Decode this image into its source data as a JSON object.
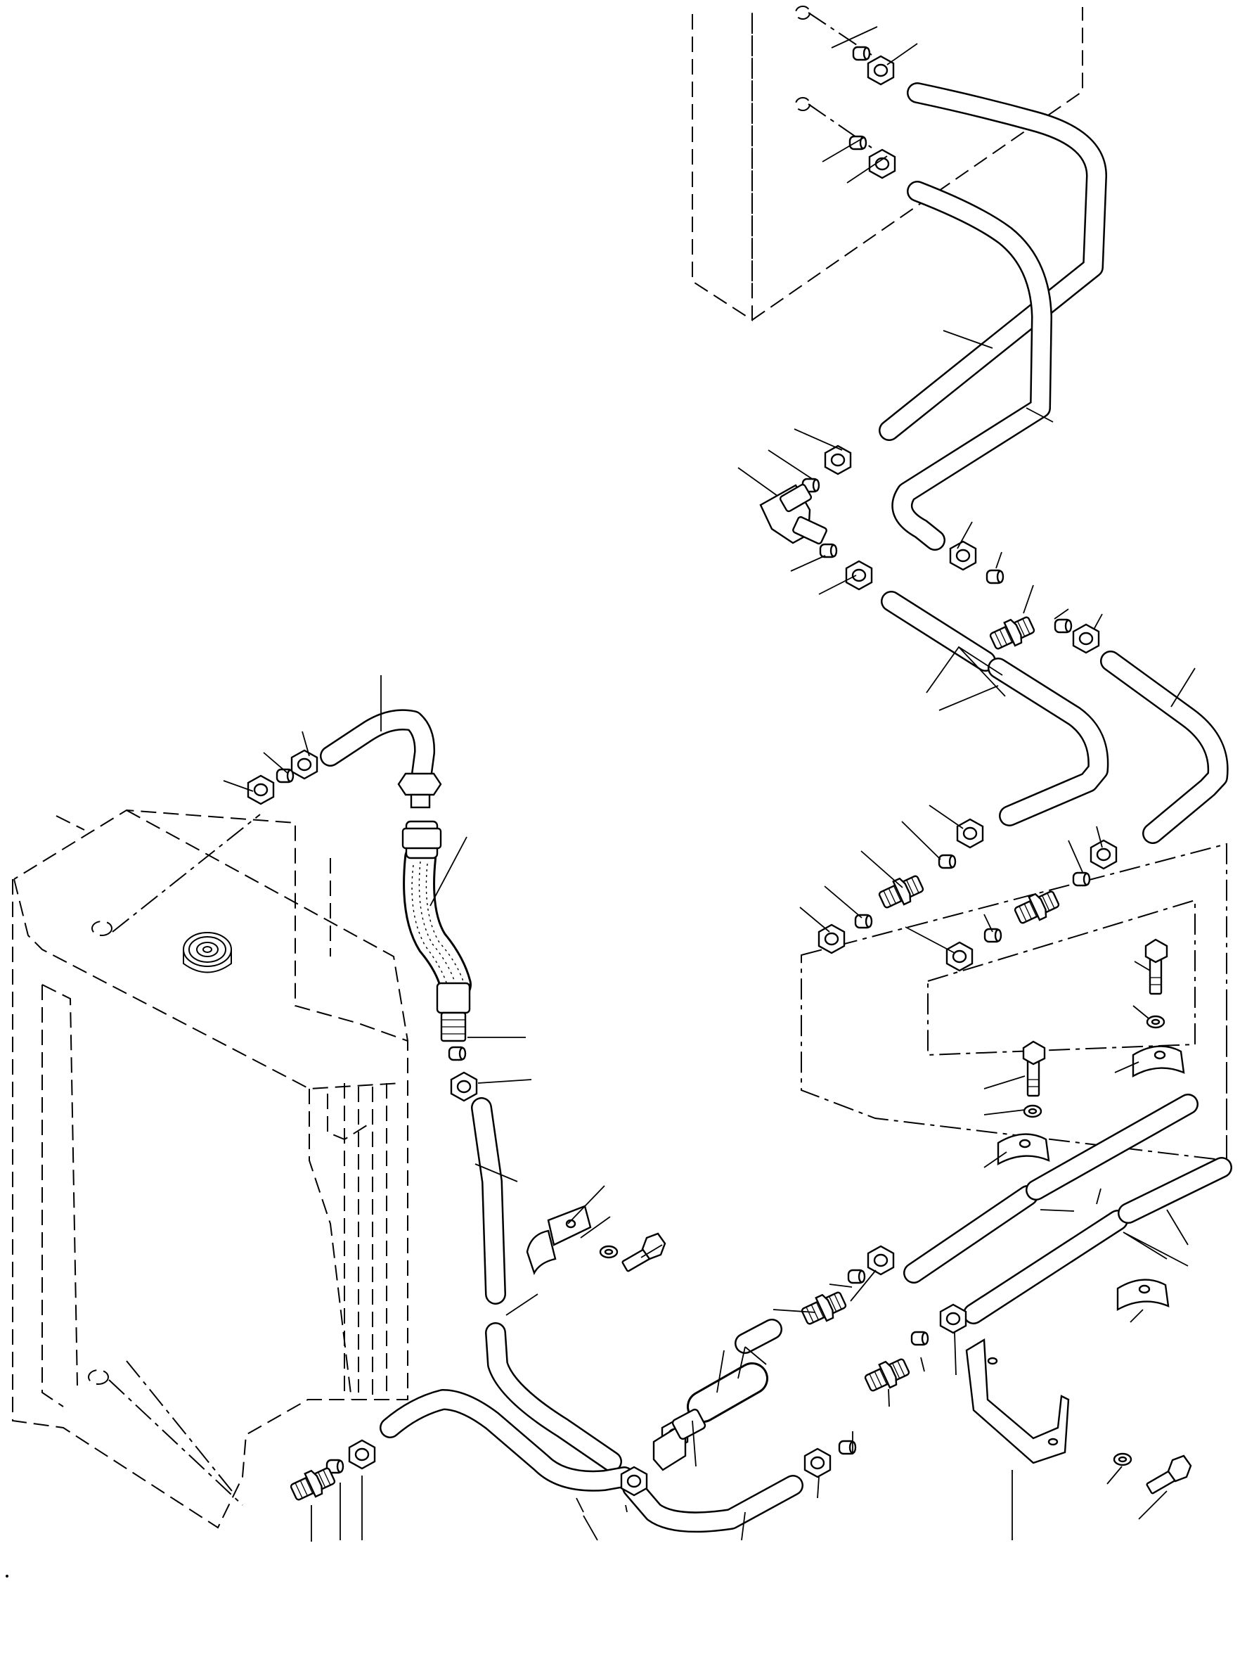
{
  "diagram": {
    "kind": "exploded parts view (line drawing, no printed text)",
    "components": [
      "valve-block-outline",
      "radiator-tank-outline",
      "cooler-housing-outline",
      "upper-pipe-loop",
      "crossover-pipe",
      "rigid-pipe-a",
      "rigid-pipe-b",
      "hose-assembly",
      "return-pipe",
      "lower-pipe-line",
      "bottom-elbow-pipe",
      "pipe-clamp",
      "support-bracket",
      "fitting-nuts",
      "sleeves",
      "adapters",
      "bolts",
      "washers"
    ]
  }
}
